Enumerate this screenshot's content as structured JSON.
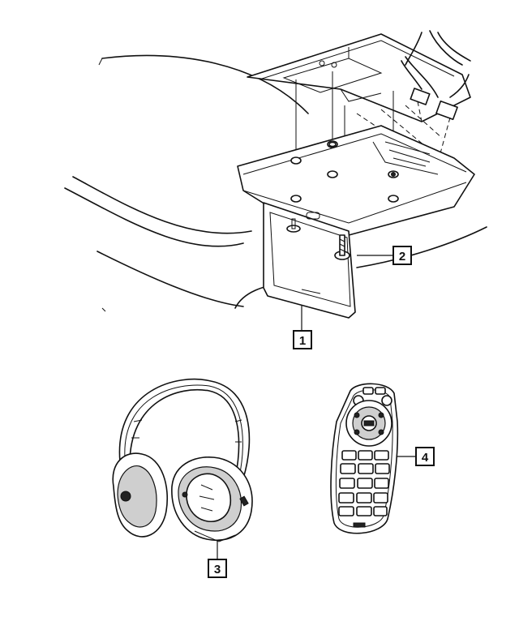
{
  "callouts": [
    {
      "id": "1",
      "label": "1"
    },
    {
      "id": "2",
      "label": "2"
    },
    {
      "id": "3",
      "label": "3"
    },
    {
      "id": "4",
      "label": "4"
    }
  ],
  "icons": [
    "headliner-outline",
    "overhead-dvd-monitor",
    "mounting-bracket",
    "screw",
    "wiring-harness",
    "wireless-headphones",
    "remote-control"
  ]
}
